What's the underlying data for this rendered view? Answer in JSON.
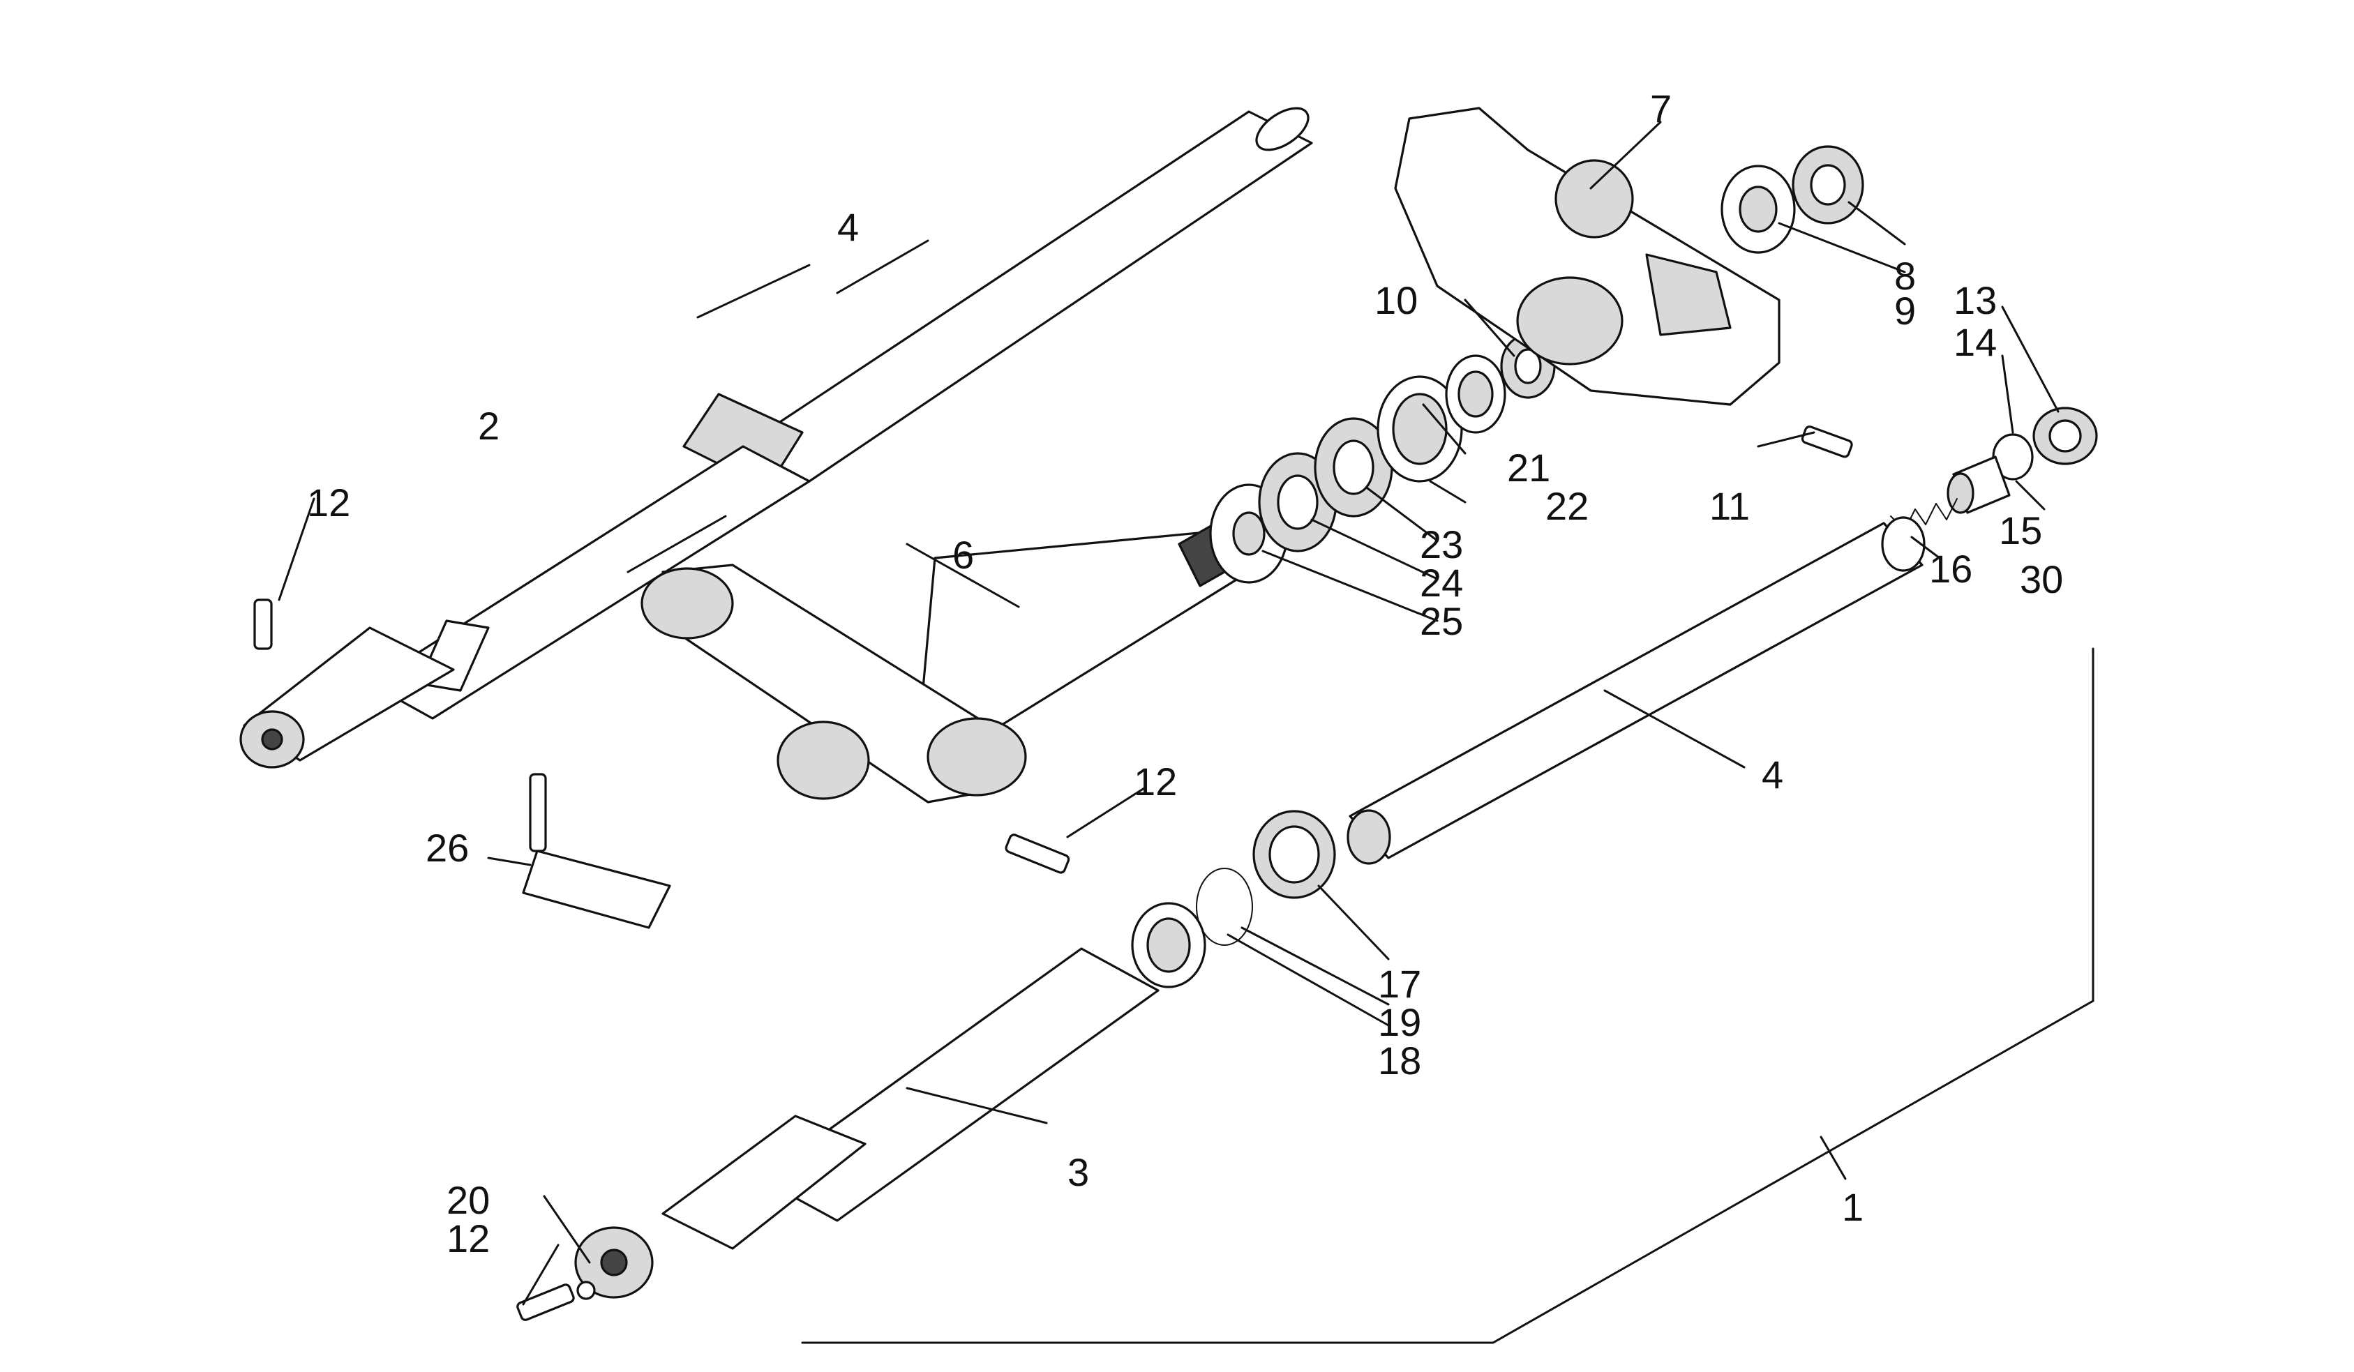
{
  "diagram": {
    "callouts": {
      "c1": "1",
      "c2": "2",
      "c3": "3",
      "c4a": "4",
      "c4b": "4",
      "c6": "6",
      "c7": "7",
      "c8": "8",
      "c9": "9",
      "c10": "10",
      "c11": "11",
      "c12a": "12",
      "c12b": "12",
      "c12c": "12",
      "c13": "13",
      "c14": "14",
      "c15": "15",
      "c16": "16",
      "c17": "17",
      "c18": "18",
      "c19": "19",
      "c20": "20",
      "c21": "21",
      "c22": "22",
      "c23": "23",
      "c24": "24",
      "c25": "25",
      "c26": "26",
      "c30": "30"
    }
  }
}
